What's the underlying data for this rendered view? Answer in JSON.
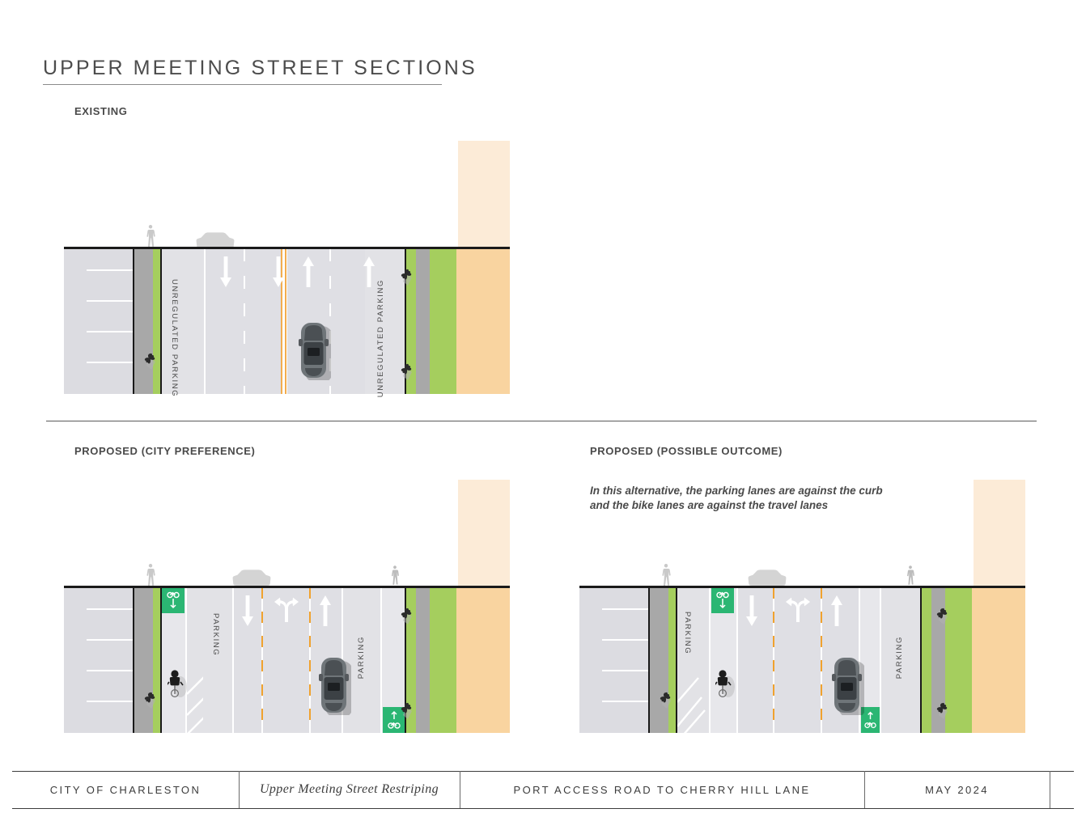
{
  "document": {
    "title": "UPPER MEETING STREET SECTIONS"
  },
  "sections": {
    "existing": {
      "label": "EXISTING",
      "lane_labels": {
        "left_parking": "UNREGULATED PARKING",
        "right_parking": "UNREGULATED PARKING"
      }
    },
    "city_preference": {
      "label": "PROPOSED (CITY PREFERENCE)",
      "lane_labels": {
        "left_parking": "PARKING",
        "right_parking": "PARKING"
      }
    },
    "possible_outcome": {
      "label": "PROPOSED (POSSIBLE OUTCOME)",
      "note": "In this alternative, the parking lanes are against the curb and the bike lanes are against the travel lanes",
      "lane_labels": {
        "left_parking": "PARKING",
        "right_parking": "PARKING"
      }
    }
  },
  "footer": {
    "city": "CITY OF CHARLESTON",
    "project": "Upper Meeting Street Restriping",
    "extent": "PORT ACCESS ROAD TO CHERRY HILL LANE",
    "date": "MAY 2024"
  },
  "colors": {
    "pavement": "#e2e2e6",
    "pavement_alt": "#dcdce1",
    "sidewalk": "#a8a8a8",
    "grass": "#a5ce5e",
    "building_below": "#f9d4a0",
    "building_above": "#fcebd7",
    "bike_green": "#2bb673",
    "centerline_orange": "#f2ad4e",
    "ink": "#4a4a4a"
  }
}
